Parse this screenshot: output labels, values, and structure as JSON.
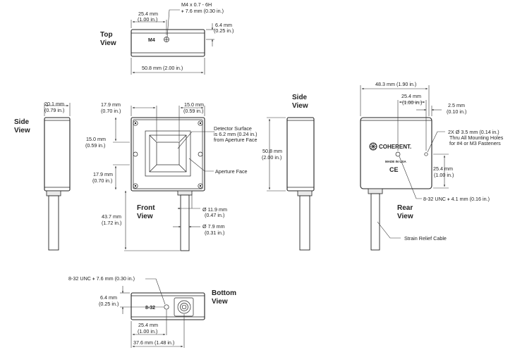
{
  "views": {
    "top": "Top\nView",
    "side_left": "Side\nView",
    "front": "Front\nView",
    "side_right": "Side\nView",
    "rear": "Rear\nView",
    "bottom": "Bottom\nView"
  },
  "top_view": {
    "thread": "M4 x 0.7 - 6H",
    "thread_depth": "⧧ 7.6 mm (0.30 in.)",
    "width_mm": "25.4 mm",
    "width_in": "(1.00 in.)",
    "offset_mm": "6.4 mm",
    "offset_in": "(0.25 in.)",
    "length_mm": "50.8 mm (2.00 in.)",
    "marking": "M4"
  },
  "side_left": {
    "depth_mm": "20.1 mm",
    "depth_in": "(0.79 in.)"
  },
  "front_view": {
    "left_top_mm": "17.9 mm",
    "left_top_in": "(0.70 in.)",
    "right_top_mm": "15.0 mm",
    "right_top_in": "(0.59 in.)",
    "side_mm": "15.0 mm",
    "side_in": "(0.59 in.)",
    "lower_mm": "17.9 mm",
    "lower_in": "(0.70 in.)",
    "cable_len_mm": "43.7 mm",
    "cable_len_in": "(1.72 in.)",
    "detector_note_1": "Detector Surface",
    "detector_note_2": "is 6.2 mm (0.24 in.)",
    "detector_note_3": "from Aperture Face",
    "aperture_note": "Aperture Face",
    "dia1_mm": "Ø 11.9 mm",
    "dia1_in": "(0.47 in.)",
    "dia2_mm": "Ø 7.9 mm",
    "dia2_in": "(0.31 in.)"
  },
  "side_right": {
    "height_mm": "50.8 mm",
    "height_in": "(2.00 in.)"
  },
  "rear_view": {
    "width_mm": "48.3 mm (1.90 in.)",
    "half_mm": "25.4 mm",
    "half_in": "(1.00 in.)",
    "edge_mm": "2.5 mm",
    "edge_in": "(0.10 in.)",
    "holes_1": "2X Ø 3.5 mm (0.14 in.)",
    "holes_2": "Thru All Mounting Holes",
    "holes_3": "for #4 or M3 Fasteners",
    "vert_mm": "25.4 mm",
    "vert_in": "(1.00 in.)",
    "thread": "8-32 UNC ⧧ 4.1 mm (0.16 in.)",
    "strain_relief": "Strain Relief Cable",
    "logo": "COHERENT.",
    "made_in": "MADE IN USA",
    "ce": "CE"
  },
  "bottom_view": {
    "thread": "8-32 UNC ⧧ 7.6 mm (0.30 in.)",
    "offset_mm": "6.4 mm",
    "offset_in": "(0.25 in.)",
    "half_mm": "25.4 mm",
    "half_in": "(1.00 in.)",
    "width_mm": "37.6 mm (1.48 in.)",
    "marking": "8-32"
  }
}
